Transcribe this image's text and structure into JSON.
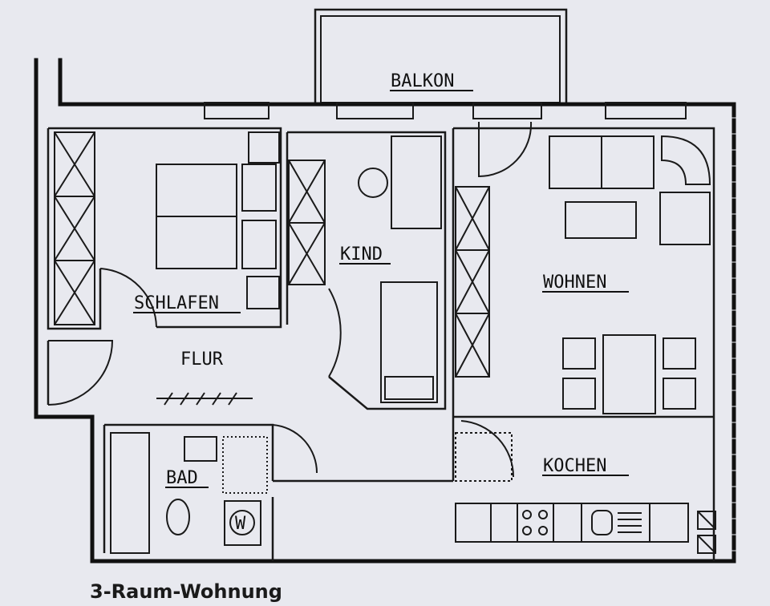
{
  "plan": {
    "title": "3-Raum-Wohnung",
    "rooms": {
      "balkon": "BALKON",
      "kind": "KIND",
      "wohnen": "WOHNEN",
      "schlafen": "SCHLAFEN",
      "flur": "FLUR",
      "bad": "BAD",
      "kochen": "KOCHEN"
    },
    "washer_symbol": "W"
  }
}
